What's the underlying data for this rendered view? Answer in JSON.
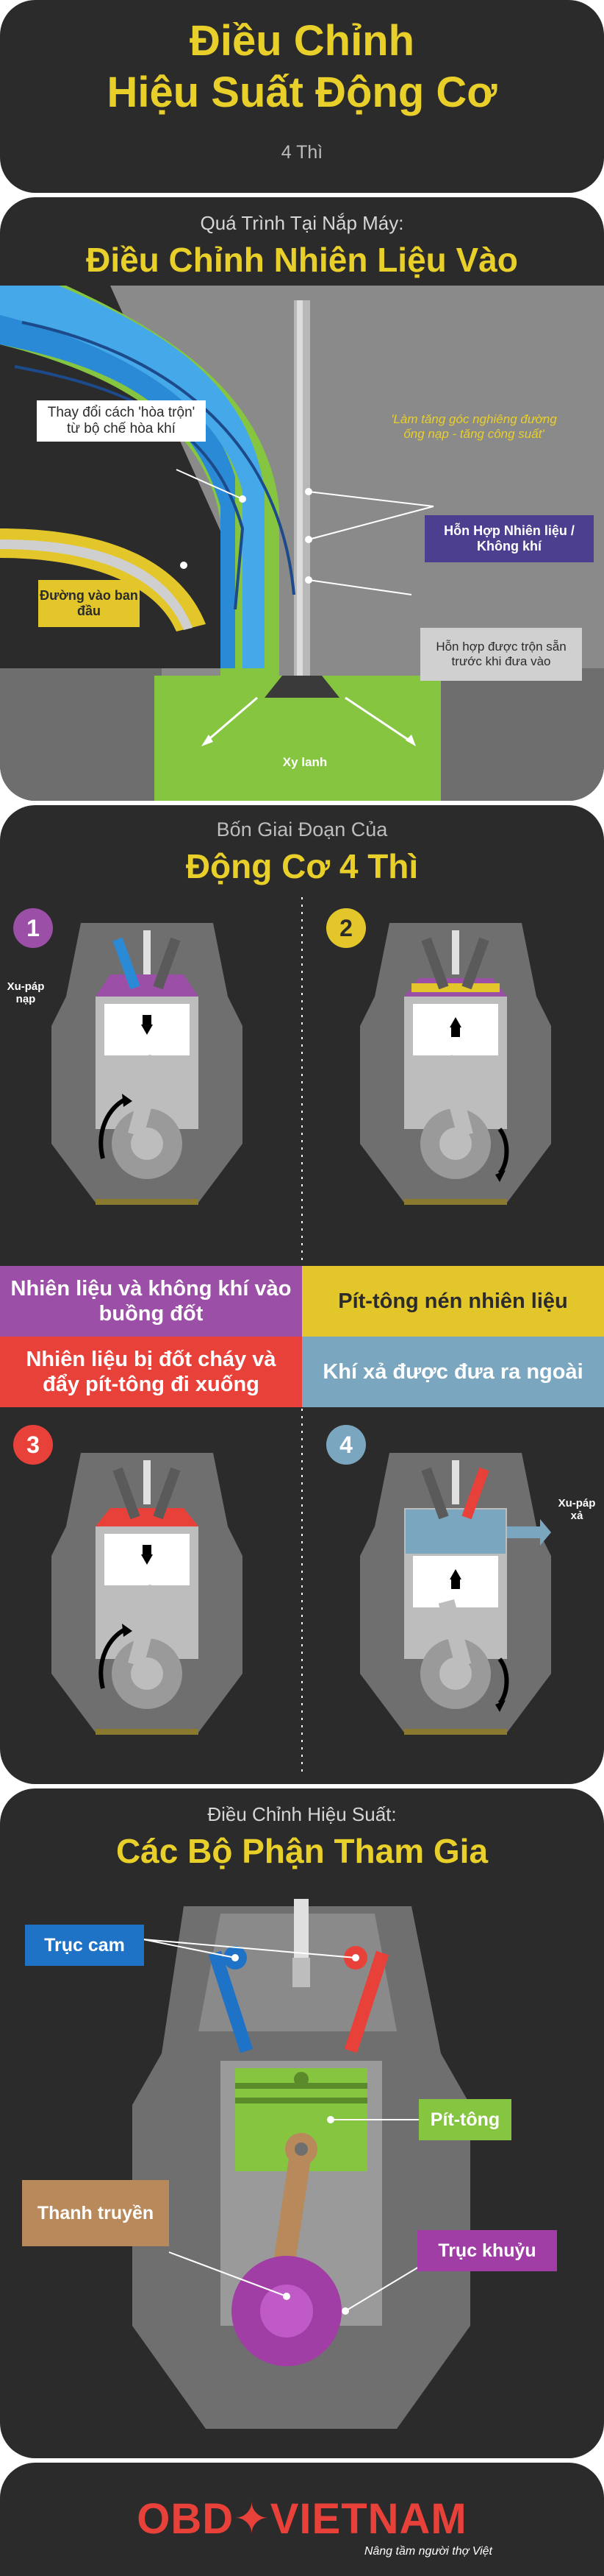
{
  "header": {
    "title_line1": "Điều Chỉnh",
    "title_line2": "Hiệu Suất Động Cơ",
    "subtitle": "4 Thì"
  },
  "intake": {
    "kicker": "Quá Trình Tại Nắp Máy:",
    "title": "Điều Chỉnh Nhiên Liệu Vào",
    "label_mix_change": "Thay đổi cách 'hòa trộn' từ bộ chế hòa khí",
    "label_angle": "'Làm tăng góc nghiêng đường ống nạp - tăng công suất'",
    "label_air_fuel": "Hỗn Hợp Nhiên liệu / Không khí",
    "label_original_path": "Đường vào ban đầu",
    "label_premixed": "Hỗn hợp được trộn sẵn trước khi đưa vào",
    "label_cylinder": "Xy lanh"
  },
  "stages": {
    "kicker": "Bốn Giai Đoạn Của",
    "title": "Động Cơ 4 Thì",
    "intake_valve_label": "Xu-páp nạp",
    "exhaust_valve_label": "Xu-páp xả",
    "items": [
      {
        "number": "1",
        "text": "Nhiên liệu và không khí vào buồng đốt"
      },
      {
        "number": "2",
        "text": "Pít-tông nén nhiên liệu"
      },
      {
        "number": "3",
        "text": "Nhiên liệu bị đốt cháy và đẩy pít-tông đi xuống"
      },
      {
        "number": "4",
        "text": "Khí xả được đưa ra ngoài"
      }
    ]
  },
  "parts": {
    "kicker": "Điều Chỉnh Hiệu Suất:",
    "title": "Các Bộ Phận Tham Gia",
    "camshaft_part1": "Trục",
    "camshaft_part2": "cam",
    "piston": "Pít-tông",
    "connecting_rod": "Thanh truyền",
    "crankshaft": "Trục khuỷu"
  },
  "footer": {
    "brand_left": "OBD",
    "brand_right": "VIETNAM",
    "tagline": "Nâng tầm người thợ Việt"
  },
  "colors": {
    "panel": "#2b2b2b",
    "yellow": "#e8cf2a",
    "stage1": "#9b4fa6",
    "stage2": "#e3c72a",
    "stage3": "#e8413a",
    "stage4": "#7ba6c0",
    "blue": "#1f73c6",
    "red": "#e8413a",
    "green": "#86c540",
    "brown": "#b8895a",
    "purple": "#a03ea6",
    "navy": "#4c3f8f"
  }
}
